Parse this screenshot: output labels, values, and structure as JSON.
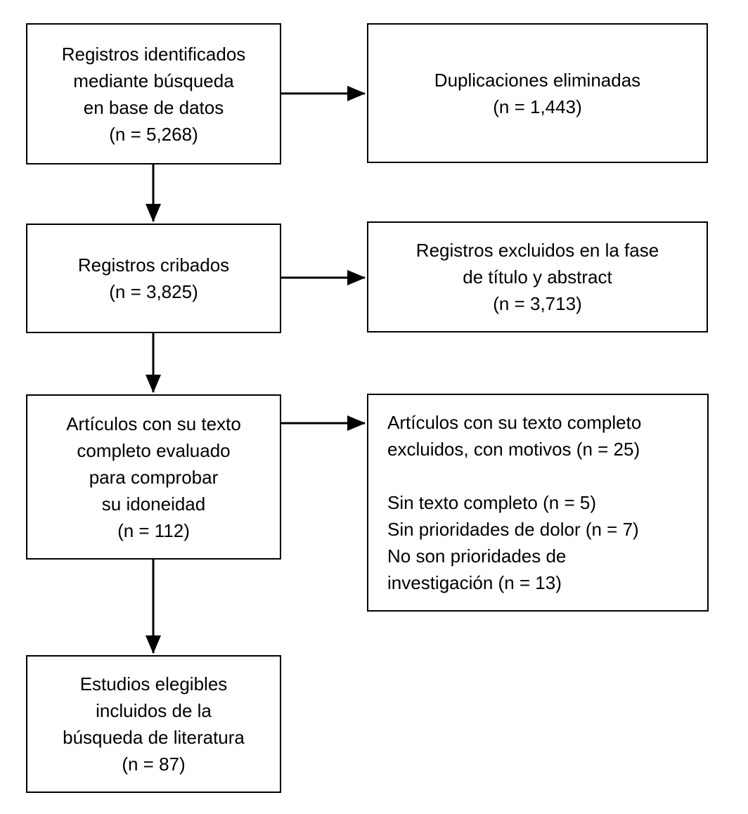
{
  "colors": {
    "diagram_border": "#000000",
    "diagram_text": "#000000",
    "diagram_fill": "#ffffff",
    "page_bg": "#ffffff"
  },
  "boxes": [
    {
      "id": "identified",
      "text": "Registros identificados\nmediante búsqueda\nen base de datos\n(n = 5,268)",
      "n": "5,268"
    },
    {
      "id": "duplicates-removed",
      "text": "Duplicaciones eliminadas\n(n = 1,443)",
      "n": "1,443"
    },
    {
      "id": "screened",
      "text": "Registros cribados\n(n = 3,825)",
      "n": "3,825"
    },
    {
      "id": "excluded-title-abstract",
      "text": "Registros excluidos en la fase\nde título y abstract\n(n = 3,713)",
      "n": "3,713"
    },
    {
      "id": "fulltext-assessed",
      "text": "Artículos con su texto\ncompleto evaluado\npara comprobar\nsu idoneidad\n(n = 112)",
      "n": "112"
    },
    {
      "id": "fulltext-excluded",
      "text": "Artículos con su texto completo\nexcluidos, con motivos (n = 25)\n\nSin texto completo (n = 5)\nSin prioridades de dolor (n = 7)\nNo son prioridades de\ninvestigación (n = 13)",
      "n": "25"
    },
    {
      "id": "included",
      "text": "Estudios elegibles\nincluidos de la\nbúsqueda de literatura\n(n = 87)",
      "n": "87"
    }
  ],
  "connections": [
    {
      "from": "identified",
      "to": "duplicates-removed"
    },
    {
      "from": "identified",
      "to": "screened"
    },
    {
      "from": "screened",
      "to": "excluded-title-abstract"
    },
    {
      "from": "screened",
      "to": "fulltext-assessed"
    },
    {
      "from": "fulltext-assessed",
      "to": "fulltext-excluded"
    },
    {
      "from": "fulltext-assessed",
      "to": "included"
    }
  ]
}
